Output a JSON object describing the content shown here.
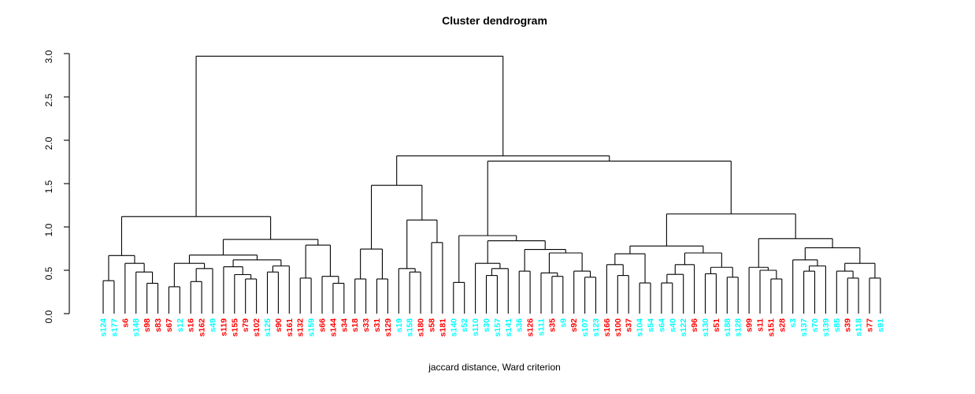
{
  "chart_data": {
    "type": "dendrogram",
    "title": "Cluster dendrogram",
    "xlabel": "jaccard distance, Ward criterion",
    "ylabel": "",
    "ylim": [
      0,
      3
    ],
    "yticks": [
      "0.0",
      "0.5",
      "1.0",
      "1.5",
      "2.0",
      "2.5",
      "3.0"
    ],
    "grid": "off",
    "legend": "none",
    "line_color": "#000000",
    "label_colors": {
      "red": "#FF0000",
      "cyan": "#00FFFF"
    },
    "leaves": [
      {
        "label": "s124",
        "color": "cyan"
      },
      {
        "label": "s177",
        "color": "cyan"
      },
      {
        "label": "s6",
        "color": "red"
      },
      {
        "label": "s148",
        "color": "cyan"
      },
      {
        "label": "s98",
        "color": "red"
      },
      {
        "label": "s83",
        "color": "red"
      },
      {
        "label": "s67",
        "color": "red"
      },
      {
        "label": "s12",
        "color": "cyan"
      },
      {
        "label": "s16",
        "color": "red"
      },
      {
        "label": "s162",
        "color": "red"
      },
      {
        "label": "s49",
        "color": "cyan"
      },
      {
        "label": "s119",
        "color": "red"
      },
      {
        "label": "s155",
        "color": "red"
      },
      {
        "label": "s79",
        "color": "red"
      },
      {
        "label": "s102",
        "color": "red"
      },
      {
        "label": "s125",
        "color": "cyan"
      },
      {
        "label": "s90",
        "color": "red"
      },
      {
        "label": "s161",
        "color": "red"
      },
      {
        "label": "s132",
        "color": "red"
      },
      {
        "label": "s159",
        "color": "cyan"
      },
      {
        "label": "s66",
        "color": "red"
      },
      {
        "label": "s144",
        "color": "red"
      },
      {
        "label": "s34",
        "color": "red"
      },
      {
        "label": "s18",
        "color": "red"
      },
      {
        "label": "s33",
        "color": "red"
      },
      {
        "label": "s31",
        "color": "red"
      },
      {
        "label": "s129",
        "color": "red"
      },
      {
        "label": "s19",
        "color": "cyan"
      },
      {
        "label": "s158",
        "color": "cyan"
      },
      {
        "label": "s180",
        "color": "red"
      },
      {
        "label": "s58",
        "color": "red"
      },
      {
        "label": "s181",
        "color": "red"
      },
      {
        "label": "s140",
        "color": "cyan"
      },
      {
        "label": "s52",
        "color": "cyan"
      },
      {
        "label": "s110",
        "color": "cyan"
      },
      {
        "label": "s30",
        "color": "cyan"
      },
      {
        "label": "s157",
        "color": "cyan"
      },
      {
        "label": "s141",
        "color": "cyan"
      },
      {
        "label": "s36",
        "color": "cyan"
      },
      {
        "label": "s126",
        "color": "red"
      },
      {
        "label": "s111",
        "color": "cyan"
      },
      {
        "label": "s35",
        "color": "red"
      },
      {
        "label": "s9",
        "color": "cyan"
      },
      {
        "label": "s92",
        "color": "red"
      },
      {
        "label": "s107",
        "color": "cyan"
      },
      {
        "label": "s123",
        "color": "cyan"
      },
      {
        "label": "s166",
        "color": "red"
      },
      {
        "label": "s100",
        "color": "red"
      },
      {
        "label": "s37",
        "color": "red"
      },
      {
        "label": "s104",
        "color": "cyan"
      },
      {
        "label": "s54",
        "color": "cyan"
      },
      {
        "label": "s64",
        "color": "cyan"
      },
      {
        "label": "s40",
        "color": "cyan"
      },
      {
        "label": "s122",
        "color": "cyan"
      },
      {
        "label": "s96",
        "color": "red"
      },
      {
        "label": "s130",
        "color": "cyan"
      },
      {
        "label": "s51",
        "color": "red"
      },
      {
        "label": "s188",
        "color": "cyan"
      },
      {
        "label": "s128",
        "color": "cyan"
      },
      {
        "label": "s99",
        "color": "red"
      },
      {
        "label": "s11",
        "color": "red"
      },
      {
        "label": "s151",
        "color": "red"
      },
      {
        "label": "s28",
        "color": "red"
      },
      {
        "label": "s3",
        "color": "cyan"
      },
      {
        "label": "s137",
        "color": "cyan"
      },
      {
        "label": "s70",
        "color": "cyan"
      },
      {
        "label": "s139",
        "color": "cyan"
      },
      {
        "label": "s85",
        "color": "cyan"
      },
      {
        "label": "s39",
        "color": "red"
      },
      {
        "label": "s118",
        "color": "cyan"
      },
      {
        "label": "s77",
        "color": "red"
      },
      {
        "label": "s91",
        "color": "cyan"
      }
    ],
    "tree": [
      2.97,
      [
        1.12,
        [
          0.67,
          [
            0.38,
            0,
            1
          ],
          [
            0.58,
            2,
            [
              0.48,
              3,
              [
                0.35,
                4,
                5
              ]
            ]
          ]
        ],
        [
          0.856,
          [
            0.676,
            [
              0.58,
              [
                0.31,
                6,
                7
              ],
              [
                0.52,
                [
                  0.37,
                  8,
                  9
                ],
                10
              ]
            ],
            [
              0.62,
              [
                0.54,
                11,
                [
                  0.45,
                  12,
                  [
                    0.4,
                    13,
                    14
                  ]
                ]
              ],
              [
                0.55,
                [
                  0.48,
                  15,
                  16
                ],
                17
              ]
            ]
          ],
          [
            0.79,
            [
              0.41,
              18,
              19
            ],
            [
              0.43,
              20,
              [
                0.35,
                21,
                22
              ]
            ]
          ]
        ]
      ],
      [
        1.82,
        [
          1.48,
          [
            0.745,
            [
              0.4,
              23,
              24
            ],
            [
              0.4,
              25,
              26
            ]
          ],
          [
            1.08,
            [
              0.52,
              27,
              [
                0.48,
                28,
                29
              ]
            ],
            [
              0.82,
              30,
              31
            ]
          ]
        ],
        [
          1.76,
          [
            0.9,
            [
              0.36,
              32,
              33
            ],
            [
              0.84,
              [
                0.58,
                34,
                [
                  0.52,
                  [
                    0.44,
                    35,
                    36
                  ],
                  37
                ]
              ],
              [
                0.74,
                [
                  0.49,
                  38,
                  39
                ],
                [
                  0.7,
                  [
                    0.47,
                    40,
                    [
                      0.43,
                      41,
                      42
                    ]
                  ],
                  [
                    0.49,
                    43,
                    [
                      0.42,
                      44,
                      45
                    ]
                  ]
                ]
              ]
            ]
          ],
          [
            1.15,
            [
              0.78,
              [
                0.69,
                [
                  0.565,
                  46,
                  [
                    0.44,
                    47,
                    48
                  ]
                ],
                [
                  0.354,
                  49,
                  50
                ]
              ],
              [
                0.7,
                [
                  0.565,
                  [
                    0.453,
                    [
                      0.354,
                      51,
                      52
                    ],
                    53
                  ],
                  54
                ],
                [
                  0.534,
                  [
                    0.46,
                    55,
                    56
                  ],
                  [
                    0.42,
                    57,
                    58
                  ]
                ]
              ]
            ],
            [
              0.865,
              [
                0.534,
                59,
                [
                  0.5,
                  60,
                  [
                    0.4,
                    61,
                    62
                  ]
                ]
              ],
              [
                0.76,
                [
                  0.62,
                  63,
                  [
                    0.55,
                    [
                      0.49,
                      64,
                      65
                    ],
                    66
                  ]
                ],
                [
                  0.58,
                  [
                    0.49,
                    67,
                    [
                      0.41,
                      68,
                      69
                    ]
                  ],
                  [
                    0.41,
                    70,
                    71
                  ]
                ]
              ]
            ]
          ]
        ]
      ]
    ]
  }
}
